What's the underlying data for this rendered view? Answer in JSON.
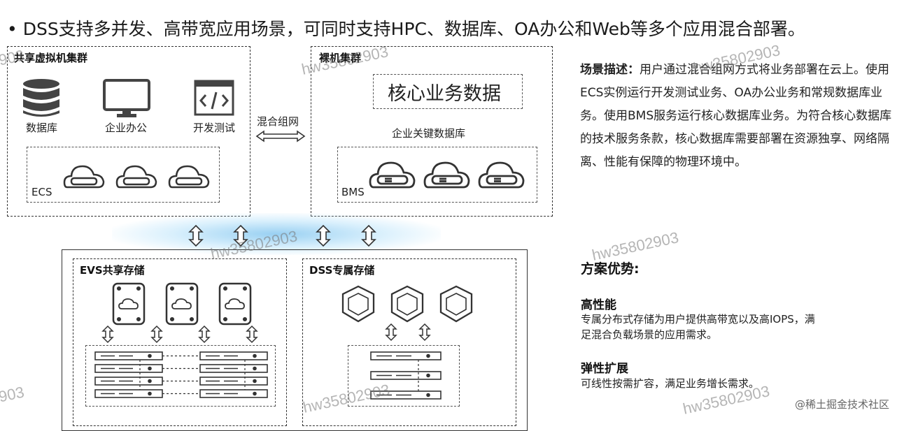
{
  "title": "•  DSS支持多并发、高带宽应用场景，可同时支持HPC、数据库、OA办公和Web等多个应用混合部署。",
  "left_cluster": {
    "label": "共享虚拟机集群",
    "icons": [
      {
        "icon": "database-icon",
        "label": "数据库"
      },
      {
        "icon": "monitor-icon",
        "label": "企业办公"
      },
      {
        "icon": "code-icon",
        "label": "开发测试"
      }
    ],
    "ecs_label": "ECS"
  },
  "hybrid_label": "混合组网",
  "bare_cluster": {
    "label": "裸机集群",
    "core_data": "核心业务数据",
    "key_db": "企业关键数据库",
    "bms_label": "BMS"
  },
  "evs": {
    "label": "EVS共享存储"
  },
  "dss": {
    "label": "DSS专属存储"
  },
  "description": {
    "heading": "场景描述：",
    "text": "用户通过混合组网方式将业务部署在云上。使用ECS实例运行开发测试业务、OA办公业务和常规数据库业务。使用BMS服务运行核心数据库业务。为符合核心数据库的技术服务条款，核心数据库需要部署在资源独享、网络隔离、性能有保障的物理环境中。"
  },
  "advantages": {
    "heading": "方案优势:",
    "items": [
      {
        "title": "高性能",
        "text": "专属分布式存储为用户提供高带宽以及高IOPS，满足混合负载场景的应用需求。"
      },
      {
        "title": "弹性扩展",
        "text": "可线性按需扩容，满足业务增长需求。"
      }
    ]
  },
  "watermarks": [
    "hw35802903",
    "hw35802903",
    "hw35802903",
    "hw35802903",
    "hw35802903",
    "hw35802903",
    "903",
    "903"
  ],
  "credit": "@稀土掘金技术社区"
}
